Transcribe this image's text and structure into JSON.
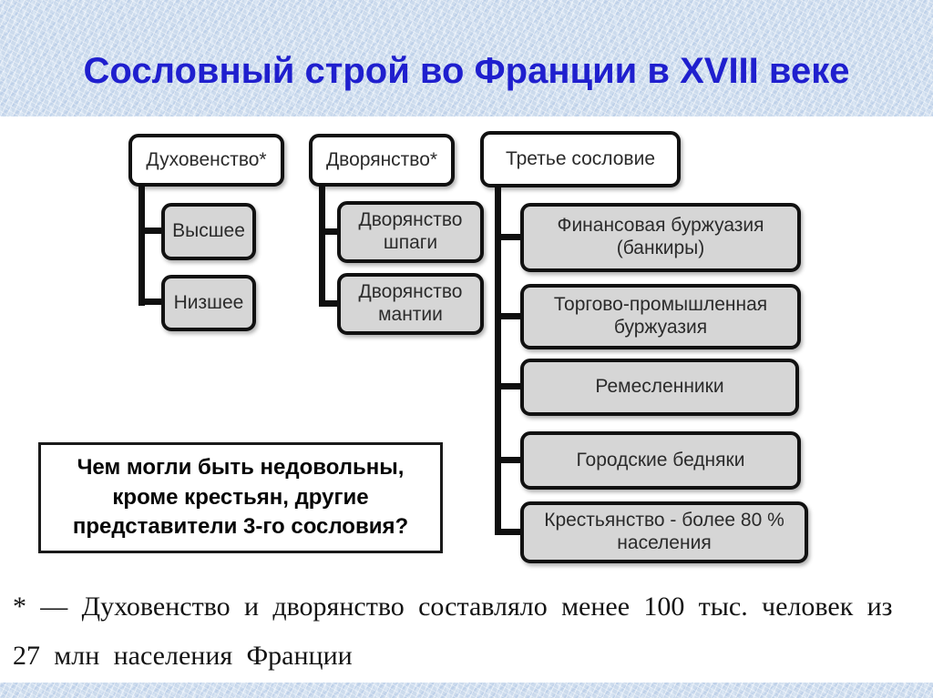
{
  "title": "Сословный строй во Франции в XVIII веке",
  "tree": {
    "columns": [
      {
        "parent": "Духовенство*",
        "children": [
          "Высшее",
          "Низшее"
        ]
      },
      {
        "parent": "Дворянство*",
        "children": [
          "Дворянство шпаги",
          "Дворянство мантии"
        ]
      },
      {
        "parent": "Третье сословие",
        "children": [
          "Финансовая буржуазия (банкиры)",
          "Торгово-промышленная буржуазия",
          "Ремесленники",
          "Городские бедняки",
          "Крестьянство - более 80 % населения"
        ]
      }
    ]
  },
  "question": {
    "lines": [
      "Чем могли быть недовольны,",
      "кроме крестьян,  другие",
      "представители 3-го сословия?"
    ]
  },
  "footnote": {
    "lines": [
      "* — Духовенство и дворянство составляло менее 100 тыс. человек из",
      "27 млн населения Франции"
    ]
  },
  "colors": {
    "title_blue": "#1f1fce",
    "band_blue": "#ccdbed",
    "box_fill_gray": "#d6d6d6",
    "box_fill_white": "#ffffff",
    "box_border": "#111111"
  }
}
